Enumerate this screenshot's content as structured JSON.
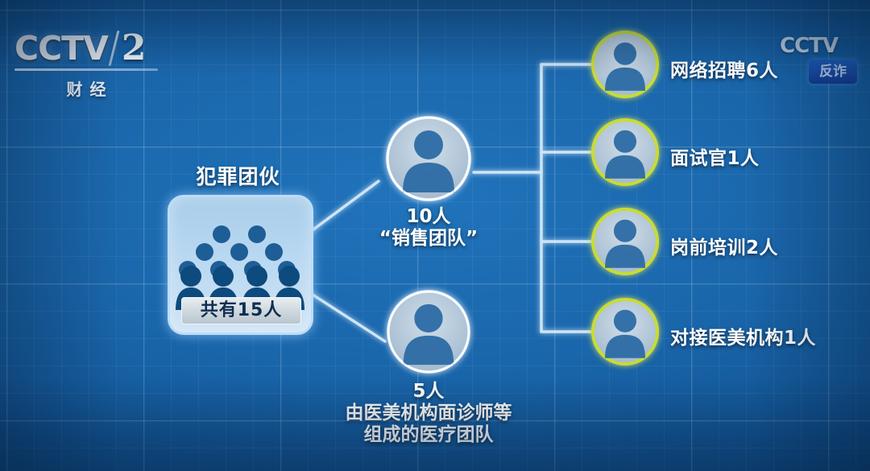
{
  "channel": {
    "logo_text": "CCTV",
    "logo_number": "2",
    "logo_subtitle": "财经"
  },
  "watermark": {
    "text": "CCTV",
    "badge": "反诈"
  },
  "diagram": {
    "title": "犯罪团伙",
    "total_label": "共有15人",
    "nodes": [
      {
        "id": "sales-team",
        "count": "10人",
        "name": "“销售团队”"
      },
      {
        "id": "medical-team",
        "count": "5人",
        "name_line1": "由医美机构面诊师等",
        "name_line2": "组成的医疗团队"
      }
    ],
    "branches": [
      {
        "label": "网络招聘6人"
      },
      {
        "label": "面试官1人"
      },
      {
        "label": "岗前培训2人"
      },
      {
        "label": "对接医美机构1人"
      }
    ]
  },
  "colors": {
    "background": "#1561a4",
    "grid_line": "#3f86c4",
    "connector": "#d8ecfb",
    "ring_accent": "#c9dc33",
    "node_ring": "#e0f0fd",
    "avatar_fill": "#adc3d6",
    "avatar_person": "#2d6ca5",
    "box_fill": "#b9d8f1",
    "text": "#ffffff"
  }
}
